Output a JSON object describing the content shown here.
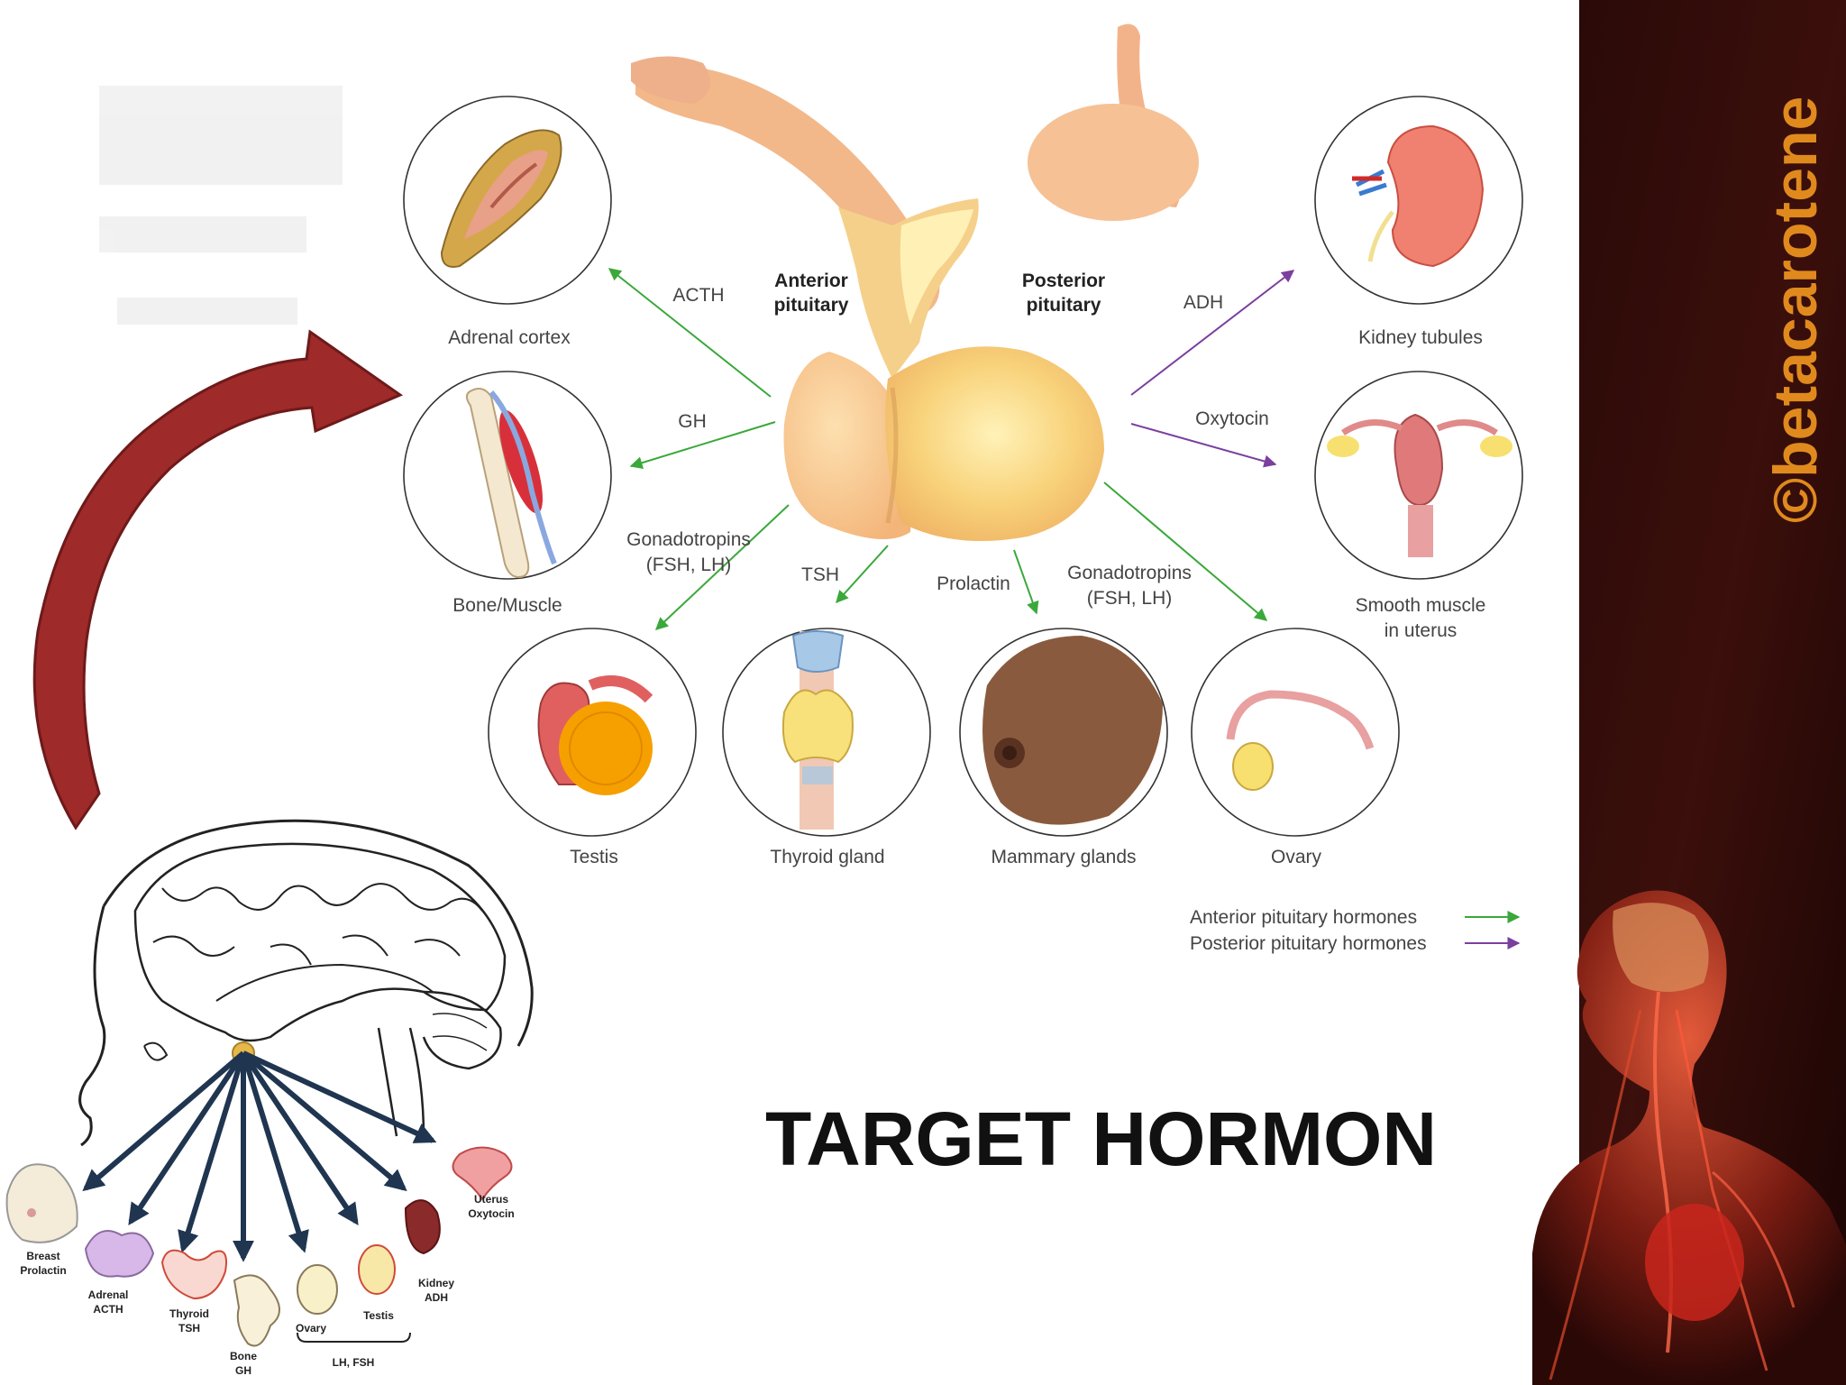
{
  "slide_title": "TARGET HORMON",
  "watermark": "©betacarotene",
  "pituitary": {
    "anterior_l1": "Anterior",
    "anterior_l2": "pituitary",
    "posterior_l1": "Posterior",
    "posterior_l2": "pituitary"
  },
  "hormones": {
    "acth": "ACTH",
    "gh": "GH",
    "gonad_left_l1": "Gonadotropins",
    "gonad_left_l2": "(FSH, LH)",
    "tsh": "TSH",
    "prolactin": "Prolactin",
    "gonad_right_l1": "Gonadotropins",
    "gonad_right_l2": "(FSH, LH)",
    "adh": "ADH",
    "oxytocin": "Oxytocin"
  },
  "targets": {
    "adrenal": "Adrenal cortex",
    "bone": "Bone/Muscle",
    "testis": "Testis",
    "thyroid": "Thyroid gland",
    "mammary": "Mammary glands",
    "ovary": "Ovary",
    "kidney": "Kidney tubules",
    "smooth_l1": "Smooth muscle",
    "smooth_l2": "in uterus"
  },
  "legend": {
    "anterior": "Anterior pituitary hormones",
    "posterior": "Posterior pituitary hormones"
  },
  "brain_labels": {
    "breast_l1": "Breast",
    "breast_l2": "Prolactin",
    "adrenal_l1": "Adrenal",
    "adrenal_l2": "ACTH",
    "thyroid_l1": "Thyroid",
    "thyroid_l2": "TSH",
    "bone_l1": "Bone",
    "bone_l2": "GH",
    "ovary": "Ovary",
    "testis": "Testis",
    "kidney_l1": "Kidney",
    "kidney_l2": "ADH",
    "uterus_l1": "Uterus",
    "uterus_l2": "Oxytocin",
    "lh_fsh": "LH, FSH"
  },
  "colors": {
    "anterior_arrow": "#3aa83a",
    "posterior_arrow": "#7b3fa0",
    "curved_arrow": "#9e2a2a",
    "brain_arrow": "#1f3550",
    "watermark": "#e08a1e"
  }
}
